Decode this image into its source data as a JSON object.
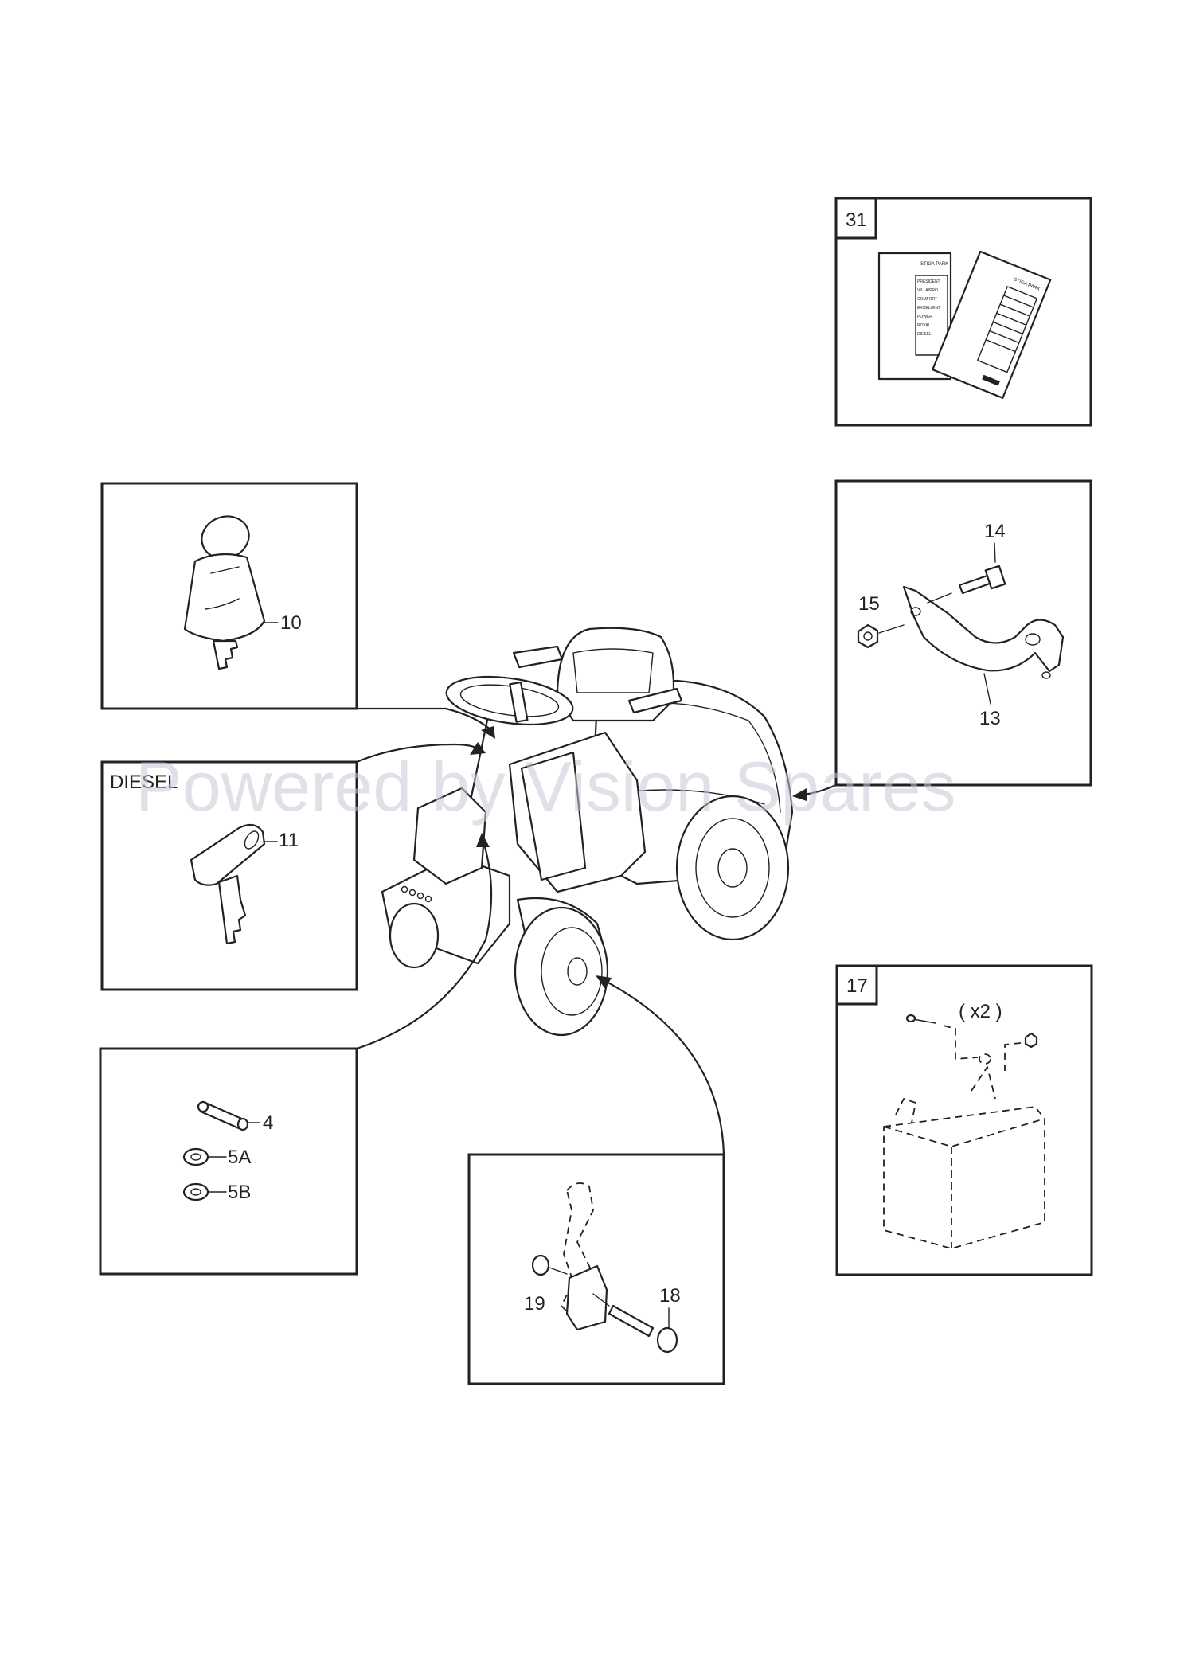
{
  "watermark": "Powered by Vision Spares",
  "panels": {
    "manuals": {
      "number": "31",
      "doc_brand": "STIGA PARK",
      "doc_lines": [
        "PRESIDENT",
        "VILLA/PRO",
        "COMFORT",
        "EXCELLENT",
        "POWER",
        "ROYAL",
        "DIESEL"
      ]
    },
    "key_standard": {
      "callout": "10"
    },
    "key_diesel": {
      "title": "DIESEL",
      "callout": "11"
    },
    "pins": {
      "callouts": [
        "4",
        "5A",
        "5B"
      ]
    },
    "bracket": {
      "callouts": [
        "14",
        "15",
        "13"
      ]
    },
    "battery": {
      "number": "17",
      "qty": "( x2 )"
    },
    "pedal": {
      "callouts": [
        "19",
        "18"
      ]
    }
  }
}
